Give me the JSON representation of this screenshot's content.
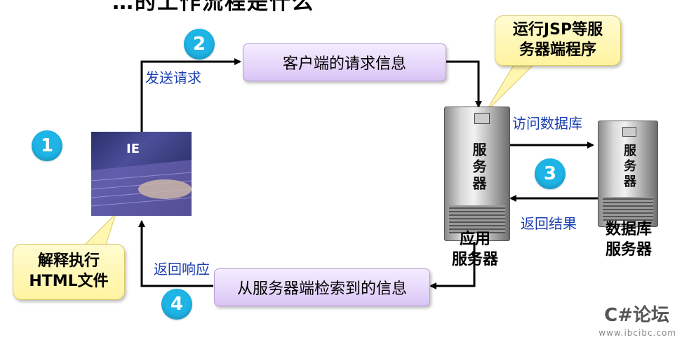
{
  "title_partial": "…的工作流程是什么",
  "steps": {
    "s1": "1",
    "s2": "2",
    "s3": "3",
    "s4": "4"
  },
  "boxes": {
    "client_request": "客户端的请求信息",
    "retrieved_info": "从服务器端检索到的信息"
  },
  "labels": {
    "send_request": "发送请求",
    "return_response": "返回响应",
    "access_db": "访问数据库",
    "return_result": "返回结果"
  },
  "callouts": {
    "server_run": "运行JSP等服务器端程序",
    "server_run_line1": "运行JSP等服",
    "server_run_line2": "务器端程序",
    "interpret_line1": "解释执行",
    "interpret_line2": "HTML文件"
  },
  "ie_label": "IE",
  "app_server": {
    "body": "服务器",
    "caption_line1": "应用",
    "caption_line2": "服务器"
  },
  "db_server": {
    "body": "服务器",
    "caption_line1": "数据库",
    "caption_line2": "服务器"
  },
  "watermark": {
    "brand": "C#论坛",
    "url": "www.ibcibc.com"
  }
}
